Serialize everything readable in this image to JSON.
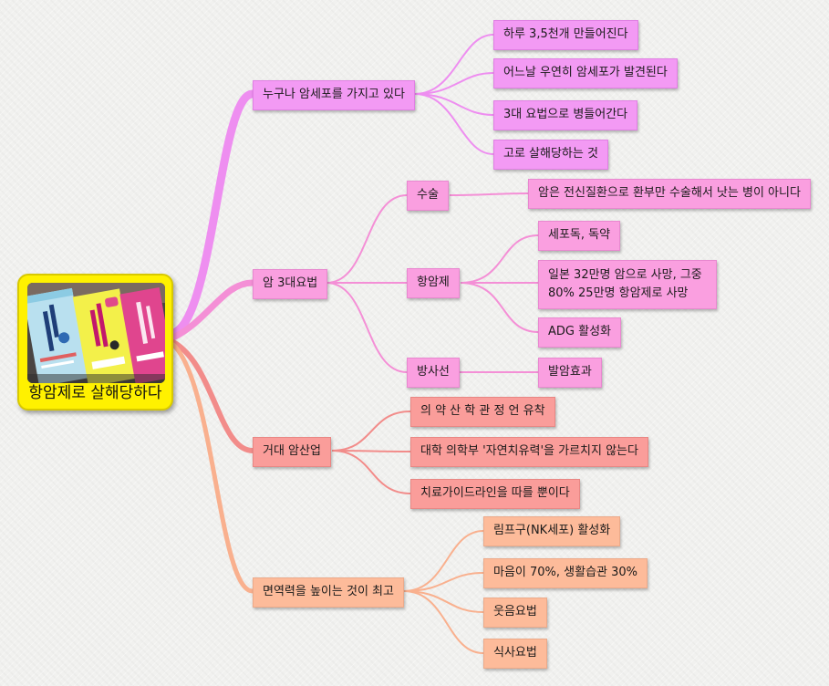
{
  "central": {
    "label": "항암제로 살해당하다",
    "image_icon": "book-covers-photo"
  },
  "branches": [
    {
      "label": "누구나 암세포를 가지고 있다",
      "color": "#ee8ef0",
      "children": [
        {
          "label": "하루 3,5천개 만들어진다"
        },
        {
          "label": "어느날 우연히 암세포가 발견된다"
        },
        {
          "label": "3대 요법으로 병들어간다"
        },
        {
          "label": "고로 살해당하는 것"
        }
      ]
    },
    {
      "label": "암 3대요법",
      "color": "#f48fd6",
      "children": [
        {
          "label": "수술",
          "children": [
            {
              "label": "암은 전신질환으로 환부만 수술해서 낫는 병이 아니다"
            }
          ]
        },
        {
          "label": "항암제",
          "children": [
            {
              "label": "세포독, 독약"
            },
            {
              "label": "일본 32만명 암으로 사망, 그중 80% 25만명 항암제로 사망"
            },
            {
              "label": "ADG 활성화"
            }
          ]
        },
        {
          "label": "방사선",
          "children": [
            {
              "label": "발암효과"
            }
          ]
        }
      ]
    },
    {
      "label": "거대 암산업",
      "color": "#f28c8a",
      "children": [
        {
          "label": "의 약 산 학 관 정 언 유착"
        },
        {
          "label": "대학 의학부 '자연치유력'을 가르치지 않는다"
        },
        {
          "label": "치료가이드라인을 따를 뿐이다"
        }
      ]
    },
    {
      "label": "면역력을 높이는 것이 최고",
      "color": "#f9b08e",
      "children": [
        {
          "label": "림프구(NK세포) 활성화"
        },
        {
          "label": "마음이 70%, 생활습관 30%"
        },
        {
          "label": "웃음요법"
        },
        {
          "label": "식사요법"
        }
      ]
    }
  ],
  "colors": {
    "background": "#f1f1ef",
    "central_fill": "#fff100",
    "pink": "#f39af4",
    "rose": "#fa9fe0",
    "salmon": "#fa9d9a",
    "peach": "#fdbb9a"
  }
}
